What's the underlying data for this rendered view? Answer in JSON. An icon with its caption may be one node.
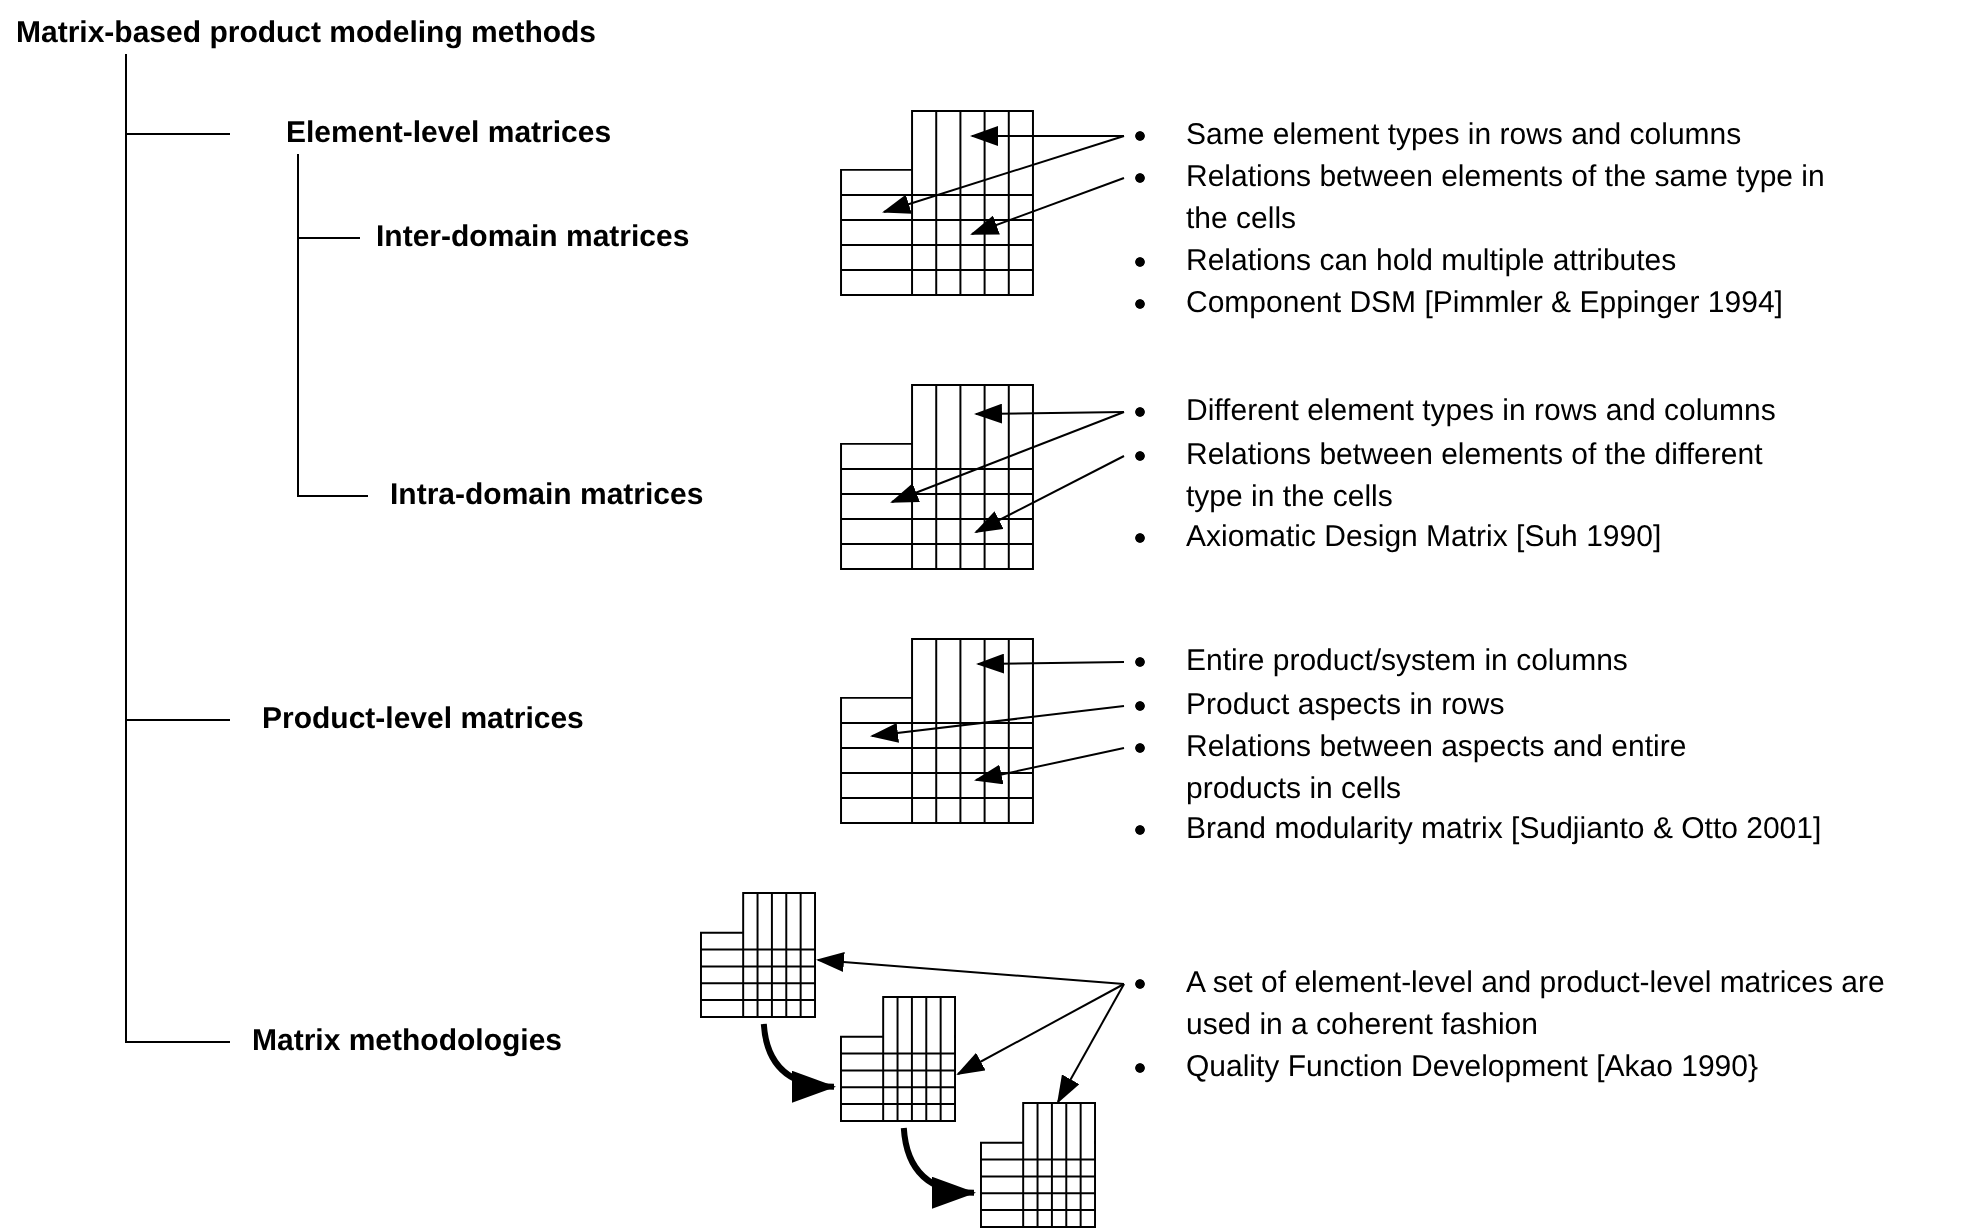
{
  "diagram": {
    "nodes": [
      {
        "text": [
          "Matrix-based product modeling methods"
        ]
      },
      {
        "text": [
          "Element-level matrices"
        ]
      },
      {
        "text": [
          "Inter-domain matrices"
        ]
      },
      {
        "text": [
          "Intra-domain matrices"
        ]
      },
      {
        "text": [
          "Product-level matrices"
        ]
      },
      {
        "text": [
          "Matrix methodologies"
        ]
      },
      {
        "text": [],
        "shape": "picture"
      },
      {
        "text": [
          "Same element types in rows and columns"
        ]
      },
      {
        "text": [
          "Relations between elements of the same type in the cells"
        ]
      },
      {
        "text": [
          "Relations can hold multiple attributes"
        ]
      },
      {
        "text": [
          "Component DSM [Pimmler & Eppinger 1994]"
        ]
      },
      {
        "text": [],
        "shape": "picture"
      },
      {
        "text": [
          "Different element types in rows and columns"
        ]
      },
      {
        "text": [
          "Relations between elements of the different type in the cells"
        ]
      },
      {
        "text": [
          "Axiomatic Design Matrix  [Suh 1990]"
        ]
      },
      {
        "text": [],
        "shape": "picture"
      },
      {
        "text": [
          "Entire product/system in columns"
        ]
      },
      {
        "text": [
          "Product aspects in rows"
        ]
      },
      {
        "text": [
          "Relations between aspects and entire products in cells"
        ]
      },
      {
        "text": [
          "Brand modularity matrix [Sudjianto & Otto 2001]"
        ]
      },
      {
        "text": [],
        "shape": "picture"
      },
      {
        "text": [],
        "shape": "picture"
      },
      {
        "text": [],
        "shape": "picture"
      },
      {
        "text": [
          "A set of element-level and product-level matrices are used in a coherent fashion"
        ]
      },
      {
        "text": [
          "Quality Function Development [Akao 1990}"
        ]
      }
    ],
    "edges": [
      {
        "from": 0,
        "to": 1,
        "arrow": "none"
      },
      {
        "from": 0,
        "to": 4,
        "arrow": "none"
      },
      {
        "from": 0,
        "to": 5,
        "arrow": "none"
      },
      {
        "from": 1,
        "to": 2,
        "arrow": "none"
      },
      {
        "from": 1,
        "to": 3,
        "arrow": "none"
      },
      {
        "from": 7,
        "to": 6,
        "arrow": "to"
      },
      {
        "from": 7,
        "to": 6,
        "arrow": "to"
      },
      {
        "from": 8,
        "to": 6,
        "arrow": "to"
      },
      {
        "from": 12,
        "to": 11,
        "arrow": "to"
      },
      {
        "from": 12,
        "to": 11,
        "arrow": "to"
      },
      {
        "from": 13,
        "to": 11,
        "arrow": "to"
      },
      {
        "from": 16,
        "to": 15,
        "arrow": "to"
      },
      {
        "from": 17,
        "to": 15,
        "arrow": "to"
      },
      {
        "from": 18,
        "to": 15,
        "arrow": "to"
      },
      {
        "from": 23,
        "to": 20,
        "arrow": "to"
      },
      {
        "from": 23,
        "to": 21,
        "arrow": "to"
      },
      {
        "from": 23,
        "to": 22,
        "arrow": "to"
      },
      {
        "from": 20,
        "to": 21,
        "arrow": "to",
        "style": "thick"
      },
      {
        "from": 21,
        "to": 22,
        "arrow": "to",
        "style": "thick"
      }
    ]
  }
}
